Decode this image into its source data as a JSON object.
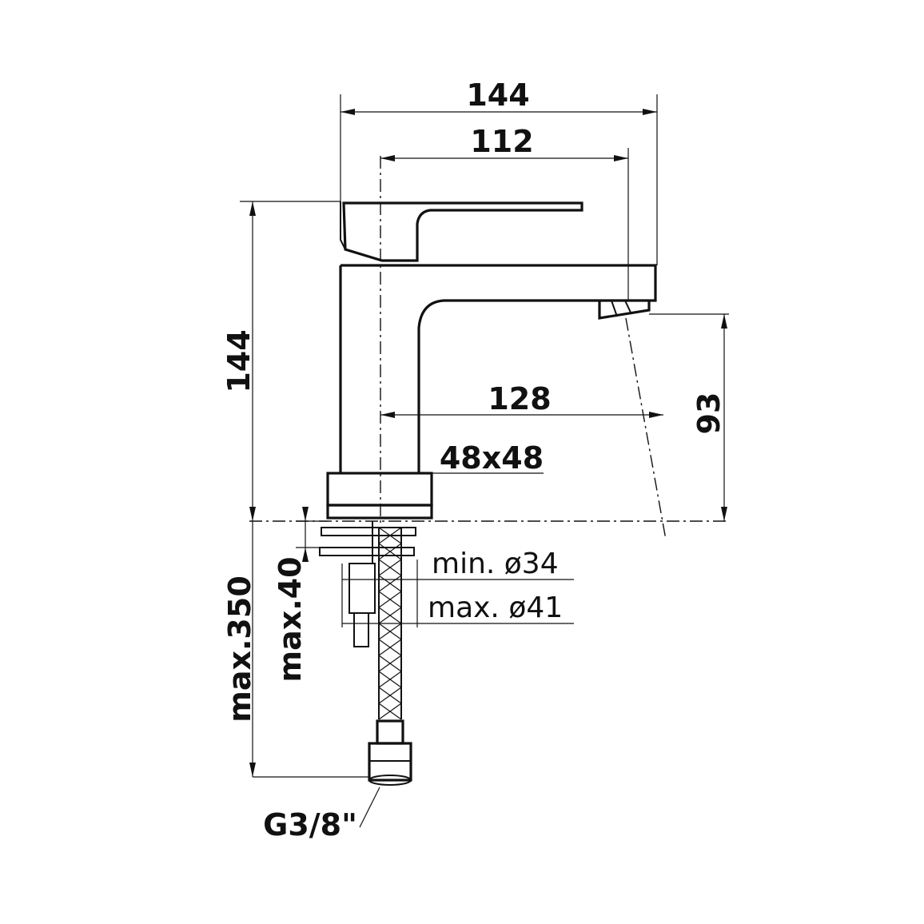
{
  "dimensions": {
    "overall_width": "144",
    "spout_reach": "112",
    "overall_height": "144",
    "spout_height": "93",
    "base_to_spout": "128",
    "body_section": "48x48",
    "max_tail": "max.350",
    "max_thickness": "max.40",
    "min_hole": "min. ø34",
    "max_hole": "max. ø41",
    "thread": "G3/8\""
  }
}
